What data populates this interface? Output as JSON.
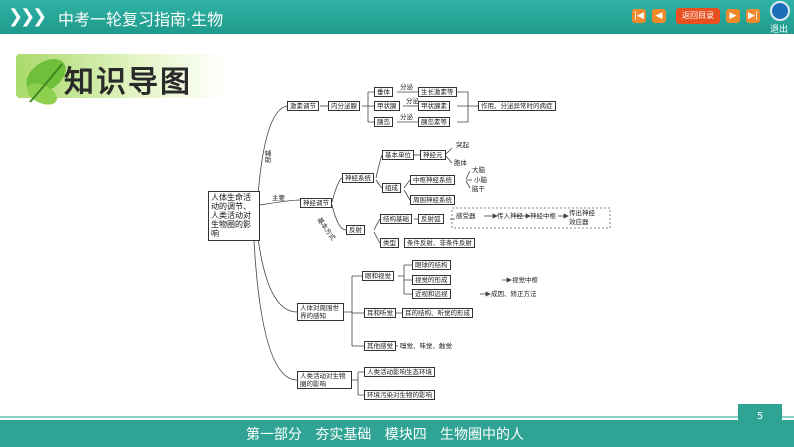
{
  "header": {
    "title": "中考一轮复习指南·生物",
    "back_label": "返回目录",
    "exit_label": "退出"
  },
  "banner": {
    "text": "知识导图"
  },
  "map": {
    "central": "人体生命活动的调节、人类活动对生物圈的影响",
    "aux_label": "辅助",
    "main_label": "主要",
    "basic_label": "基本方式",
    "hormonal": "激素调节",
    "endocrine": "内分泌腺",
    "pituitary": "垂体",
    "thyroid": "甲状腺",
    "islet": "胰岛",
    "secrete": "分泌",
    "growth_hormone": "生长激素等",
    "thyroxine": "甲状腺素",
    "insulin": "胰岛素等",
    "effect": "作用、分泌异常时的病症",
    "nervous": "神经调节",
    "nervous_system": "神经系统",
    "basic_unit": "基本单位",
    "neuron": "神经元",
    "process": "突起",
    "cell_body": "胞体",
    "compose": "组成",
    "cns": "中枢神经系统",
    "cerebrum": "大脑",
    "cerebellum": "小脑",
    "brainstem": "脑干",
    "pns": "周围神经系统",
    "reflex": "反射",
    "structure_basis": "结构基础",
    "reflex_arc": "反射弧",
    "receptor": "感受器",
    "afferent": "传入神经",
    "nerve_center": "神经中枢",
    "efferent": "传出神经",
    "effector": "效应器",
    "types": "类型",
    "reflex_types": "条件反射、非条件反射",
    "perception": "人体对周围世界的感知",
    "eye": "眼和视觉",
    "eyeball": "眼球的结构",
    "vision_form": "视觉的形成",
    "visual_center": "视觉中枢",
    "myopia": "近视和远视",
    "cause": "成因、矫正方法",
    "ear": "耳和听觉",
    "ear_struct": "耳的结构、听觉的形成",
    "other_senses": "其他感觉",
    "smell": "嗅觉、味觉、触觉",
    "human_impact": "人类活动对生物圈的影响",
    "impact_env": "人类活动影响生态环境",
    "pollution": "环境污染对生物的影响"
  },
  "footer": {
    "text": "第一部分   夯实基础   模块四   生物圈中的人",
    "page": "5"
  }
}
